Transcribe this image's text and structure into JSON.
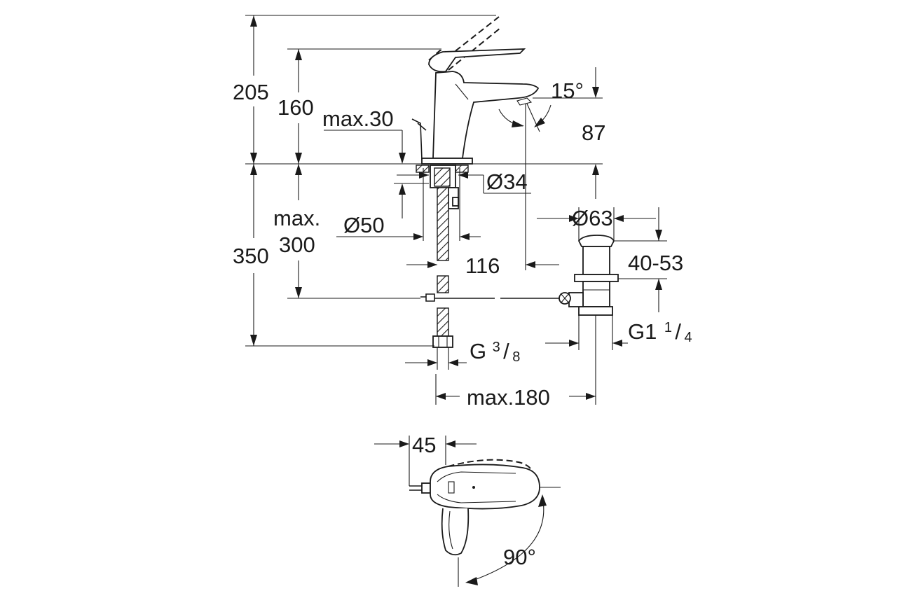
{
  "dimensions": {
    "total_height": "205",
    "spout_height": "160",
    "deck_thickness": "max.30",
    "spout_drop": "87",
    "spout_angle": "15°",
    "base_diameter": "Ø34",
    "flange_diameter": "Ø50",
    "under_deck_line1": "max.",
    "under_deck_line2": "300",
    "total_below": "350",
    "projection": "116",
    "waste_diameter": "Ø63",
    "waste_height": "40-53",
    "waste_thread_main": "G1",
    "waste_thread_num": "1",
    "waste_thread_den": "4",
    "supply_thread_main": "G",
    "supply_thread_num": "3",
    "supply_thread_den": "8",
    "rod_length": "max.180",
    "lever_offset": "45",
    "swivel_angle": "90°"
  }
}
